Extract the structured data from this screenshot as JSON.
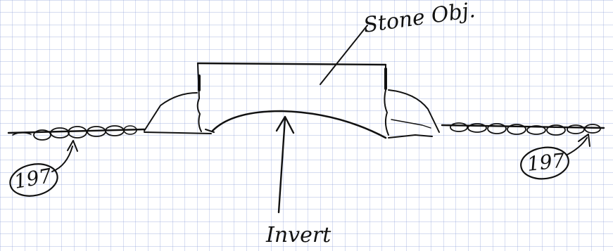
{
  "sheet": {
    "paper_color": "#ffffff",
    "grid_color": "#6f86c8",
    "ink_color": "#111111"
  },
  "labels": {
    "stone_obj": "Stone Obj.",
    "invert": "Invert",
    "left_point": "197",
    "right_point": "197"
  }
}
